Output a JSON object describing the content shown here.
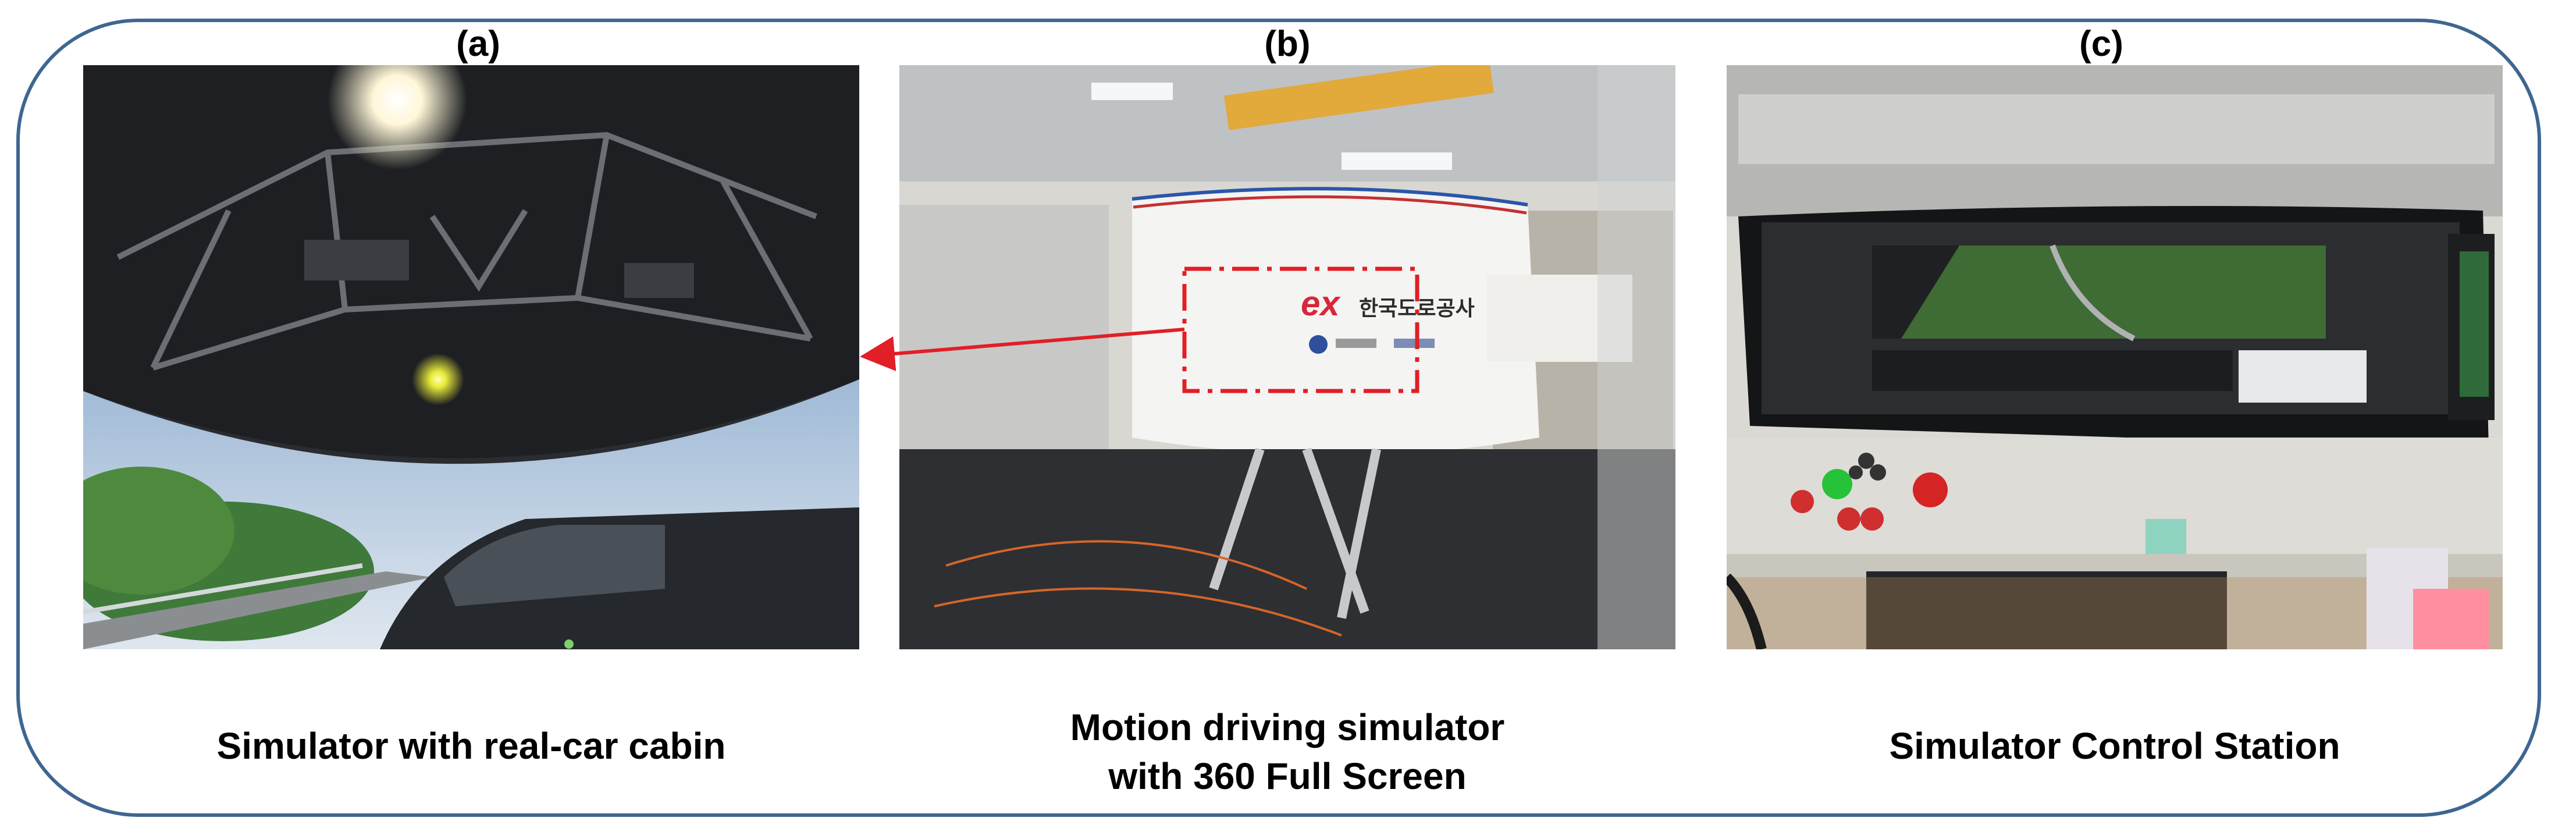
{
  "panels": [
    {
      "letter": "(a)",
      "caption": "Simulator with real-car cabin"
    },
    {
      "letter": "(b)",
      "caption_line1": "Motion driving simulator",
      "caption_line2": "with 360 Full Screen"
    },
    {
      "letter": "(c)",
      "caption": "Simulator Control Station"
    }
  ],
  "signage": {
    "logo": "ex",
    "name": "한국도로공사"
  },
  "colors": {
    "frame": "#3e6691",
    "arrow": "#e21e26"
  }
}
